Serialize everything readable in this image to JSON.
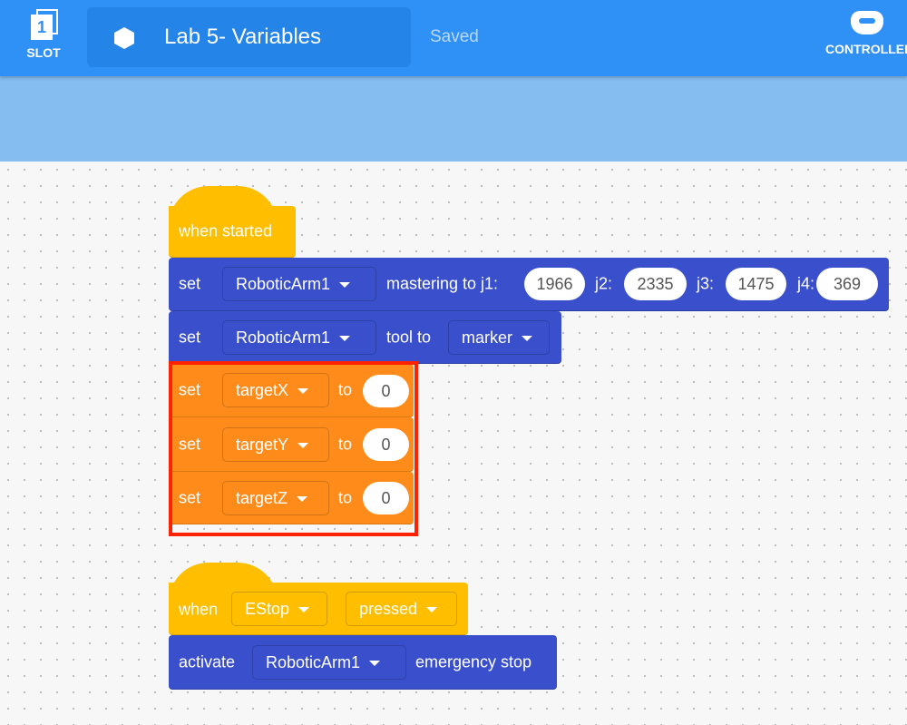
{
  "header": {
    "slot_number": "1",
    "slot_label": "SLOT",
    "project_title": "Lab 5- Variables",
    "save_status": "Saved",
    "controller_label": "CONTROLLER"
  },
  "colors": {
    "header": "#2f90f5",
    "motion_block": "#3a4fcc",
    "variable_block": "#ff8c1a",
    "event_block": "#ffbf00",
    "highlight": "#ff2200"
  },
  "script1": {
    "hat": "when started",
    "mastering": {
      "set": "set",
      "device": "RoboticArm1",
      "text": "mastering to j1:",
      "j1": "1966",
      "j2_label": "j2:",
      "j2": "2335",
      "j3_label": "j3:",
      "j3": "1475",
      "j4_label": "j4:",
      "j4": "369"
    },
    "tool": {
      "set": "set",
      "device": "RoboticArm1",
      "text": "tool to",
      "tool": "marker"
    },
    "vars": [
      {
        "set": "set",
        "name": "targetX",
        "to": "to",
        "value": "0"
      },
      {
        "set": "set",
        "name": "targetY",
        "to": "to",
        "value": "0"
      },
      {
        "set": "set",
        "name": "targetZ",
        "to": "to",
        "value": "0"
      }
    ]
  },
  "script2": {
    "when": "when",
    "button": "EStop",
    "state": "pressed",
    "activate": "activate",
    "device": "RoboticArm1",
    "action": "emergency stop"
  }
}
